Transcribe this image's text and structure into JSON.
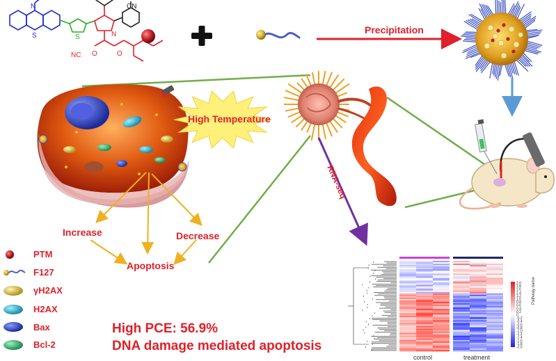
{
  "molecule": {
    "atoms": [
      "N",
      "S",
      "S",
      "N",
      "CN",
      "NC",
      "O",
      "O"
    ]
  },
  "reaction": {
    "arrow_label": "Precipitation"
  },
  "process": {
    "high_temp_label": "High Temperature",
    "rnaseq_label": "RNA-seq"
  },
  "cell_effects": {
    "increase": "Increase",
    "decrease": "Decrease",
    "apoptosis": "Apoptosis"
  },
  "legend": [
    {
      "name": "PTM",
      "icon": "red-sphere-icon",
      "color": "#c0202a"
    },
    {
      "name": "F127",
      "icon": "polymer-chain-icon",
      "color": "#4a5fc0"
    },
    {
      "name": "γH2AX",
      "icon": "yellow-ellipsoid-icon",
      "color": "#d8c040"
    },
    {
      "name": "H2AX",
      "icon": "cyan-ellipsoid-icon",
      "color": "#2aa8c0"
    },
    {
      "name": "Bax",
      "icon": "blue-ellipsoid-icon",
      "color": "#2a3fb8"
    },
    {
      "name": "Bcl-2",
      "icon": "green-ellipsoid-icon",
      "color": "#2aa860"
    }
  ],
  "summary": {
    "line1": "High PCE: 56.9%",
    "line2": "DNA damage mediated apoptosis"
  },
  "heatmap": {
    "groups": [
      "control",
      "treatment"
    ],
    "legend_title": "Pathway name",
    "scale_ticks": [
      "2.0",
      "1.8",
      "1.6",
      "1.4",
      "1.2",
      "1.0",
      "0.8",
      "0.6",
      "0.4",
      "0.2",
      "0",
      "-0.2",
      "-0.4",
      "-0.6",
      "-0.8",
      "-1.0",
      "-1.2",
      "-1.4",
      "-1.6",
      "-1.8",
      "-2.0"
    ],
    "control_color": "#d040d0",
    "treatment_color": "#1a2a6a"
  }
}
